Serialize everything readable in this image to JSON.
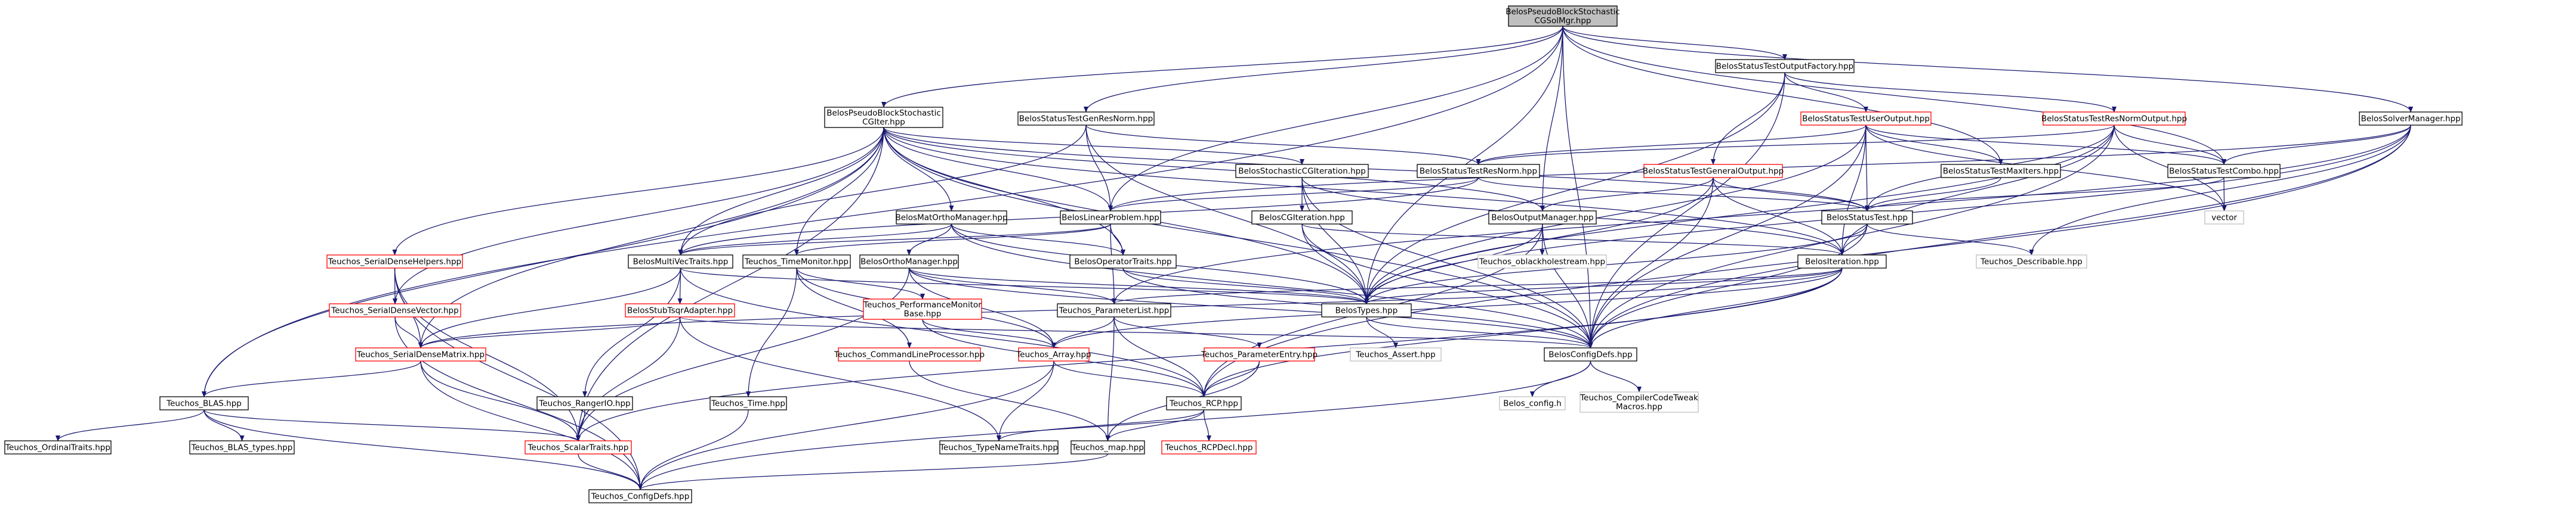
{
  "colors": {
    "edge": "#191970",
    "node_border": "#000000",
    "node_border_missing": "#bfbfbf",
    "node_border_truncated": "#ff0000",
    "root_fill": "#bfbfbf",
    "node_fill": "#ffffff",
    "text": "#000000"
  },
  "nodes": [
    {
      "id": "root",
      "label": [
        "BelosPseudoBlockStochastic",
        "CGSolMgr.hpp"
      ],
      "style": "root"
    },
    {
      "id": "pbsiter",
      "label": [
        "BelosPseudoBlockStochastic",
        "CGIter.hpp"
      ],
      "style": "normal"
    },
    {
      "id": "gennorm",
      "label": [
        "BelosStatusTestGenResNorm.hpp"
      ],
      "style": "normal"
    },
    {
      "id": "outfactory",
      "label": [
        "BelosStatusTestOutputFactory.hpp"
      ],
      "style": "normal"
    },
    {
      "id": "useroutput",
      "label": [
        "BelosStatusTestUserOutput.hpp"
      ],
      "style": "truncated"
    },
    {
      "id": "resnormout",
      "label": [
        "BelosStatusTestResNormOutput.hpp"
      ],
      "style": "truncated"
    },
    {
      "id": "solvermgr",
      "label": [
        "BelosSolverManager.hpp"
      ],
      "style": "normal"
    },
    {
      "id": "stochcgiter",
      "label": [
        "BelosStochasticCGIteration.hpp"
      ],
      "style": "normal"
    },
    {
      "id": "resnorm",
      "label": [
        "BelosStatusTestResNorm.hpp"
      ],
      "style": "normal"
    },
    {
      "id": "genoutput",
      "label": [
        "BelosStatusTestGeneralOutput.hpp"
      ],
      "style": "truncated"
    },
    {
      "id": "maxiters",
      "label": [
        "BelosStatusTestMaxIters.hpp"
      ],
      "style": "normal"
    },
    {
      "id": "combo",
      "label": [
        "BelosStatusTestCombo.hpp"
      ],
      "style": "normal"
    },
    {
      "id": "orthomgr",
      "label": [
        "BelosMatOrthoManager.hpp"
      ],
      "style": "normal"
    },
    {
      "id": "linprob",
      "label": [
        "BelosLinearProblem.hpp"
      ],
      "style": "normal"
    },
    {
      "id": "cgiter",
      "label": [
        "BelosCGIteration.hpp"
      ],
      "style": "normal"
    },
    {
      "id": "outputmgr",
      "label": [
        "BelosOutputManager.hpp"
      ],
      "style": "normal"
    },
    {
      "id": "statustest",
      "label": [
        "BelosStatusTest.hpp"
      ],
      "style": "normal"
    },
    {
      "id": "vector",
      "label": [
        "vector"
      ],
      "style": "missing"
    },
    {
      "id": "sdhelpers",
      "label": [
        "Teuchos_SerialDenseHelpers.hpp"
      ],
      "style": "truncated"
    },
    {
      "id": "mvtraits",
      "label": [
        "BelosMultiVecTraits.hpp"
      ],
      "style": "normal"
    },
    {
      "id": "timemonitor",
      "label": [
        "Teuchos_TimeMonitor.hpp"
      ],
      "style": "normal"
    },
    {
      "id": "orthomanager",
      "label": [
        "BelosOrthoManager.hpp"
      ],
      "style": "normal"
    },
    {
      "id": "optraits",
      "label": [
        "BelosOperatorTraits.hpp"
      ],
      "style": "normal"
    },
    {
      "id": "oblack",
      "label": [
        "Teuchos_oblackholestream.hpp"
      ],
      "style": "missing"
    },
    {
      "id": "iteration",
      "label": [
        "BelosIteration.hpp"
      ],
      "style": "normal"
    },
    {
      "id": "describable",
      "label": [
        "Teuchos_Describable.hpp"
      ],
      "style": "missing"
    },
    {
      "id": "sdvector",
      "label": [
        "Teuchos_SerialDenseVector.hpp"
      ],
      "style": "truncated"
    },
    {
      "id": "tsqr",
      "label": [
        "BelosStubTsqrAdapter.hpp"
      ],
      "style": "truncated"
    },
    {
      "id": "perfmon",
      "label": [
        "Teuchos_PerformanceMonitor",
        "Base.hpp"
      ],
      "style": "truncated"
    },
    {
      "id": "paramlist",
      "label": [
        "Teuchos_ParameterList.hpp"
      ],
      "style": "normal"
    },
    {
      "id": "belostypes",
      "label": [
        "BelosTypes.hpp"
      ],
      "style": "normal"
    },
    {
      "id": "sdmatrix",
      "label": [
        "Teuchos_SerialDenseMatrix.hpp"
      ],
      "style": "truncated"
    },
    {
      "id": "cmdline",
      "label": [
        "Teuchos_CommandLineProcessor.hpp"
      ],
      "style": "truncated"
    },
    {
      "id": "array",
      "label": [
        "Teuchos_Array.hpp"
      ],
      "style": "truncated"
    },
    {
      "id": "paramentry",
      "label": [
        "Teuchos_ParameterEntry.hpp"
      ],
      "style": "truncated"
    },
    {
      "id": "assert",
      "label": [
        "Teuchos_Assert.hpp"
      ],
      "style": "missing"
    },
    {
      "id": "configdefs",
      "label": [
        "BelosConfigDefs.hpp"
      ],
      "style": "normal"
    },
    {
      "id": "blas",
      "label": [
        "Teuchos_BLAS.hpp"
      ],
      "style": "normal"
    },
    {
      "id": "rangerio",
      "label": [
        "Teuchos_RangerIO.hpp"
      ],
      "style": "normal"
    },
    {
      "id": "ttime",
      "label": [
        "Teuchos_Time.hpp"
      ],
      "style": "normal"
    },
    {
      "id": "rcp",
      "label": [
        "Teuchos_RCP.hpp"
      ],
      "style": "normal"
    },
    {
      "id": "belosconfigh",
      "label": [
        "Belos_config.h"
      ],
      "style": "missing"
    },
    {
      "id": "compilertweak",
      "label": [
        "Teuchos_CompilerCodeTweak",
        "Macros.hpp"
      ],
      "style": "missing"
    },
    {
      "id": "ordinal",
      "label": [
        "Teuchos_OrdinalTraits.hpp"
      ],
      "style": "normal"
    },
    {
      "id": "blastypes",
      "label": [
        "Teuchos_BLAS_types.hpp"
      ],
      "style": "normal"
    },
    {
      "id": "scalartraits",
      "label": [
        "Teuchos_ScalarTraits.hpp"
      ],
      "style": "truncated"
    },
    {
      "id": "typename",
      "label": [
        "Teuchos_TypeNameTraits.hpp"
      ],
      "style": "normal"
    },
    {
      "id": "tmap",
      "label": [
        "Teuchos_map.hpp"
      ],
      "style": "normal"
    },
    {
      "id": "rcpdecl",
      "label": [
        "Teuchos_RCPDecl.hpp"
      ],
      "style": "truncated"
    },
    {
      "id": "tconfigdefs",
      "label": [
        "Teuchos_ConfigDefs.hpp"
      ],
      "style": "normal"
    }
  ],
  "edges": [
    [
      "root",
      "pbsiter"
    ],
    [
      "root",
      "gennorm"
    ],
    [
      "root",
      "outfactory"
    ],
    [
      "root",
      "solvermgr"
    ],
    [
      "root",
      "maxiters"
    ],
    [
      "root",
      "combo"
    ],
    [
      "root",
      "linprob"
    ],
    [
      "root",
      "outputmgr"
    ],
    [
      "root",
      "belostypes"
    ],
    [
      "root",
      "blas"
    ],
    [
      "root",
      "configdefs"
    ],
    [
      "pbsiter",
      "stochcgiter"
    ],
    [
      "pbsiter",
      "orthomgr"
    ],
    [
      "pbsiter",
      "linprob"
    ],
    [
      "pbsiter",
      "mvtraits"
    ],
    [
      "pbsiter",
      "optraits"
    ],
    [
      "pbsiter",
      "statustest"
    ],
    [
      "pbsiter",
      "sdhelpers"
    ],
    [
      "pbsiter",
      "sdvector"
    ],
    [
      "pbsiter",
      "sdmatrix"
    ],
    [
      "pbsiter",
      "timemonitor"
    ],
    [
      "pbsiter",
      "scalartraits"
    ],
    [
      "pbsiter",
      "blas"
    ],
    [
      "pbsiter",
      "iteration"
    ],
    [
      "pbsiter",
      "outputmgr"
    ],
    [
      "pbsiter",
      "belostypes"
    ],
    [
      "pbsiter",
      "configdefs"
    ],
    [
      "gennorm",
      "resnorm"
    ],
    [
      "gennorm",
      "linprob"
    ],
    [
      "gennorm",
      "mvtraits"
    ],
    [
      "gennorm",
      "belostypes"
    ],
    [
      "outfactory",
      "useroutput"
    ],
    [
      "outfactory",
      "resnormout"
    ],
    [
      "outfactory",
      "genoutput"
    ],
    [
      "outfactory",
      "belostypes"
    ],
    [
      "outfactory",
      "configdefs"
    ],
    [
      "useroutput",
      "statustest"
    ],
    [
      "useroutput",
      "resnorm"
    ],
    [
      "useroutput",
      "maxiters"
    ],
    [
      "useroutput",
      "combo"
    ],
    [
      "useroutput",
      "iteration"
    ],
    [
      "useroutput",
      "belostypes"
    ],
    [
      "useroutput",
      "configdefs"
    ],
    [
      "useroutput",
      "vector"
    ],
    [
      "resnormout",
      "statustest"
    ],
    [
      "resnormout",
      "resnorm"
    ],
    [
      "resnormout",
      "combo"
    ],
    [
      "resnormout",
      "iteration"
    ],
    [
      "resnormout",
      "belostypes"
    ],
    [
      "resnormout",
      "vector"
    ],
    [
      "resnormout",
      "configdefs"
    ],
    [
      "solvermgr",
      "combo"
    ],
    [
      "solvermgr",
      "describable"
    ],
    [
      "solvermgr",
      "paramlist"
    ],
    [
      "solvermgr",
      "belostypes"
    ],
    [
      "solvermgr",
      "configdefs"
    ],
    [
      "solvermgr",
      "rcp"
    ],
    [
      "solvermgr",
      "linprob"
    ],
    [
      "stochcgiter",
      "cgiter"
    ],
    [
      "stochcgiter",
      "iteration"
    ],
    [
      "stochcgiter",
      "belostypes"
    ],
    [
      "stochcgiter",
      "configdefs"
    ],
    [
      "resnorm",
      "statustest"
    ],
    [
      "resnorm",
      "linprob"
    ],
    [
      "resnorm",
      "mvtraits"
    ],
    [
      "genoutput",
      "statustest"
    ],
    [
      "genoutput",
      "outputmgr"
    ],
    [
      "genoutput",
      "iteration"
    ],
    [
      "genoutput",
      "belostypes"
    ],
    [
      "genoutput",
      "configdefs"
    ],
    [
      "maxiters",
      "statustest"
    ],
    [
      "combo",
      "statustest"
    ],
    [
      "combo",
      "vector"
    ],
    [
      "orthomgr",
      "orthomanager"
    ],
    [
      "orthomgr",
      "mvtraits"
    ],
    [
      "orthomgr",
      "optraits"
    ],
    [
      "orthomgr",
      "belostypes"
    ],
    [
      "orthomgr",
      "configdefs"
    ],
    [
      "linprob",
      "mvtraits"
    ],
    [
      "linprob",
      "optraits"
    ],
    [
      "linprob",
      "paramlist"
    ],
    [
      "linprob",
      "timemonitor"
    ],
    [
      "cgiter",
      "iteration"
    ],
    [
      "cgiter",
      "belostypes"
    ],
    [
      "cgiter",
      "configdefs"
    ],
    [
      "outputmgr",
      "oblack"
    ],
    [
      "outputmgr",
      "belostypes"
    ],
    [
      "outputmgr",
      "rcp"
    ],
    [
      "outputmgr",
      "configdefs"
    ],
    [
      "statustest",
      "iteration"
    ],
    [
      "statustest",
      "describable"
    ],
    [
      "statustest",
      "belostypes"
    ],
    [
      "statustest",
      "configdefs"
    ],
    [
      "sdhelpers",
      "sdvector"
    ],
    [
      "sdhelpers",
      "sdmatrix"
    ],
    [
      "sdhelpers",
      "scalartraits"
    ],
    [
      "sdhelpers",
      "tconfigdefs"
    ],
    [
      "mvtraits",
      "tsqr"
    ],
    [
      "mvtraits",
      "sdmatrix"
    ],
    [
      "mvtraits",
      "rangerio"
    ],
    [
      "mvtraits",
      "belostypes"
    ],
    [
      "mvtraits",
      "rcp"
    ],
    [
      "timemonitor",
      "perfmon"
    ],
    [
      "timemonitor",
      "ttime"
    ],
    [
      "timemonitor",
      "cmdline"
    ],
    [
      "timemonitor",
      "array"
    ],
    [
      "orthomanager",
      "paramlist"
    ],
    [
      "orthomanager",
      "belostypes"
    ],
    [
      "orthomanager",
      "configdefs"
    ],
    [
      "orthomanager",
      "array"
    ],
    [
      "orthomanager",
      "scalartraits"
    ],
    [
      "optraits",
      "belostypes"
    ],
    [
      "optraits",
      "configdefs"
    ],
    [
      "iteration",
      "paramlist"
    ],
    [
      "iteration",
      "belostypes"
    ],
    [
      "iteration",
      "configdefs"
    ],
    [
      "iteration",
      "sdmatrix"
    ],
    [
      "iteration",
      "array"
    ],
    [
      "iteration",
      "rcp"
    ],
    [
      "iteration",
      "scalartraits"
    ],
    [
      "sdvector",
      "sdmatrix"
    ],
    [
      "sdvector",
      "tconfigdefs"
    ],
    [
      "tsqr",
      "sdmatrix"
    ],
    [
      "tsqr",
      "scalartraits"
    ],
    [
      "tsqr",
      "configdefs"
    ],
    [
      "tsqr",
      "typename"
    ],
    [
      "perfmon",
      "array"
    ],
    [
      "perfmon",
      "rcp"
    ],
    [
      "paramlist",
      "array"
    ],
    [
      "paramlist",
      "paramentry"
    ],
    [
      "paramlist",
      "rcp"
    ],
    [
      "paramlist",
      "tmap"
    ],
    [
      "belostypes",
      "assert"
    ],
    [
      "belostypes",
      "configdefs"
    ],
    [
      "sdmatrix",
      "blas"
    ],
    [
      "sdmatrix",
      "scalartraits"
    ],
    [
      "sdmatrix",
      "tconfigdefs"
    ],
    [
      "cmdline",
      "tmap"
    ],
    [
      "array",
      "typename"
    ],
    [
      "array",
      "rcp"
    ],
    [
      "array",
      "tconfigdefs"
    ],
    [
      "paramentry",
      "rcp"
    ],
    [
      "paramentry",
      "tmap"
    ],
    [
      "configdefs",
      "belosconfigh"
    ],
    [
      "configdefs",
      "compilertweak"
    ],
    [
      "configdefs",
      "tconfigdefs"
    ],
    [
      "blas",
      "ordinal"
    ],
    [
      "blas",
      "blastypes"
    ],
    [
      "blas",
      "scalartraits"
    ],
    [
      "blas",
      "tconfigdefs"
    ],
    [
      "rangerio",
      "scalartraits"
    ],
    [
      "ttime",
      "tconfigdefs"
    ],
    [
      "rcp",
      "typename"
    ],
    [
      "rcp",
      "tmap"
    ],
    [
      "rcp",
      "rcpdecl"
    ],
    [
      "scalartraits",
      "tconfigdefs"
    ],
    [
      "tmap",
      "tconfigdefs"
    ]
  ]
}
